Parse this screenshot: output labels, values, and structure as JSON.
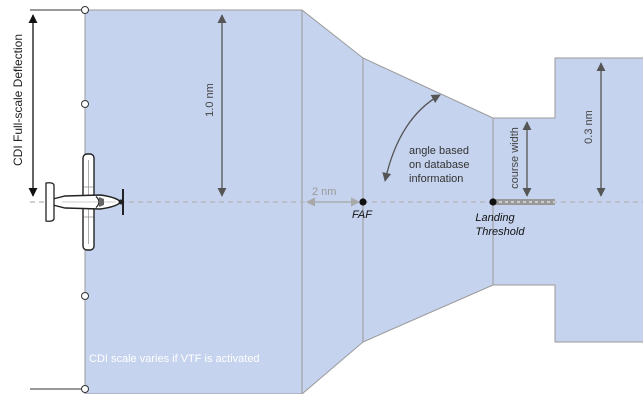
{
  "labels": {
    "cdi_full_scale": "CDI Full-scale Deflection",
    "one_nm": "1.0 nm",
    "two_nm": "2 nm",
    "faf": "FAF",
    "angle_line1": "angle based",
    "angle_line2": "on database",
    "angle_line3": "information",
    "course_width": "course width",
    "landing_line1": "Landing",
    "landing_line2": "Threshold",
    "point_three_nm": "0.3 nm",
    "vtf_note": "CDI scale varies if VTF is activated"
  },
  "icons": {
    "aircraft": "airplane-top-view-icon"
  },
  "colors": {
    "corridor_fill": "#c5d3ee",
    "corridor_line": "#9a9a9a",
    "dimension_arrow": "#555555",
    "centerline": "#b5b5b5",
    "runway": "#999999"
  }
}
